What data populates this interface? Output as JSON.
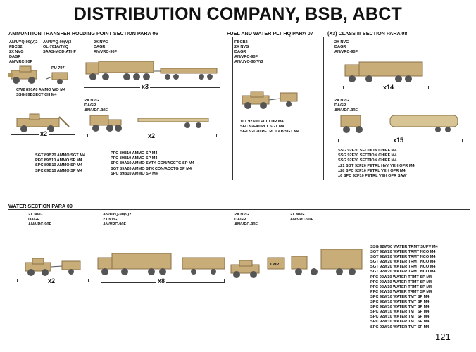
{
  "title": "DISTRIBUTION COMPANY, BSB, ABCT",
  "page_number": "121",
  "colors": {
    "vehicle_tan": "#c9ad78",
    "vehicle_dark": "#8a7248",
    "line": "#333333"
  },
  "sections": {
    "ammo": "AMMUNITION TRANSFER HOLDING POINT SECTION  PARA 06",
    "fuel_water_hq": "FUEL AND WATER PLT HQ PARA 07",
    "class3": "(X3) CLASS III SECTION  PARA 08",
    "water": "WATER SECTION  PARA 09"
  },
  "equipment": {
    "ammo_a": "AN/UYQ-90(V)2\nFBCB2\n2X NVG\nDAGR\nAN/VRC-90F",
    "ammo_b": "AN/UYQ-90(V)3\nOL-701A/TYQ\nSAAS-MOD-ATHP",
    "ammo_trailer_label": "PU 797",
    "ammo_c": "2X NVG\nDAGR\nAN/VRC-90F",
    "ammo_d": "2X NVG\nDAGR\nAN/VRC-90F",
    "hq": "FBCB2\n2X NVG\nDAGR\nAN/VRC-90F\nAN/UYQ-90(V)3",
    "c3_a": "2X NVG\nDAGR\nAN/VRC-90F",
    "c3_b": "2X NVG\nDAGR\nAN/VRC-90F",
    "w_a": "2X NVG\nDAGR\nAN/VRC-90F",
    "w_b": "AN/UYQ-90(V)2\n2X NVG\nAN/VRC-90F",
    "w_c": "2X NVG\nDAGR\nAN/VRC-90F",
    "w_d": "2X NVG\nAN/VRC-90F",
    "lwp_label": "LWP"
  },
  "counts": {
    "ammo_x3": "x3",
    "ammo_x2a": "x2",
    "ammo_x2b": "x2",
    "c3_x14": "x14",
    "c3_x15": "x15",
    "w_x2": "x2",
    "w_x8": "x8"
  },
  "personnel": {
    "ammo_top": "CW2 890A0 AMMO WO M4\nSSG 89BSECT CH M4",
    "ammo_left": "SGT 89B20 AMMO SGT M4\nPFC 89B10 AMMO SP M4\nSPC 89B10 AMMO SP M4\nSPC 89B10 AMMO SP M4",
    "ammo_right": "PFC 89B10 AMMO SP M4\nPFC 89B10 AMMO SP M4\nSPC 89A10 AMMO SYTK CON/ACCTG SP M4\nSGT 89A20 AMMO STK CON/ACCTG SP M4\nSPC 89B10 AMMO SP M4",
    "hq": "1LT 92A00 PLT LDR M4\nSFC 92F40 PLT SGT M4\nSGT 92L20 PETRL LAB SGT M4",
    "c3": "SSG 92F30 SECTION CHIEF M4\nSSG 92F30 SECTION CHIEF M4\nSSG 92F30 SECTION CHIEF M4\nx21 SGT 92F20 PETRL HVY VEH OPR M4\nx28 SPC 92F10 PETRL VEH OPR M4\nx6 SPC 92F10 PETRL VEH OPR SAW",
    "water": "SSG 92W30 WATER TRMT SUPV M4\nSGT 92W20 WATER TRMT NCO M4\nSGT 92W20 WATER TRMT NCO M4\nSGT 92W20 WATER TRMT NCO M4\nSGT 92W20 WATER TRMT NCO M4\nSGT 92W20 WATER TRMT NCO M4\nPFC 92W10 WATER TRMT SP M4\nPFC 92W10 WATER TRMT SP M4\nPFC 92W10 WATER TRMT SP M4\nPFC 92W10 WATER TRMT SP M4\nSPC 92W10 WATER TMT SP M4\nSPC 92W10 WATER TMT SP M4\nSPC 92W10 WATER TMT SP M4\nSPC 92W10 WATER TMT SP M4\nSPC 92W10 WATER TMT SP M4\nSPC 92W10 WATER TMT SP M4\nSPC 92W10 WATER TMT SP M4"
  }
}
